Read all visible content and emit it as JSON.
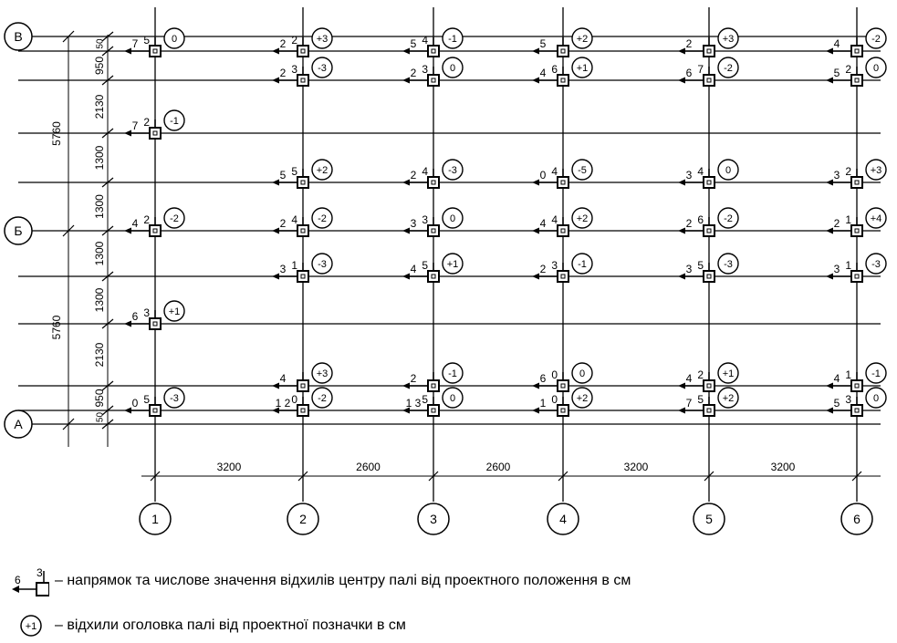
{
  "plan": {
    "row_labels": [
      "В",
      "Б",
      "А"
    ],
    "col_labels": [
      "1",
      "2",
      "3",
      "4",
      "5",
      "6"
    ],
    "col_spacings": [
      "3200",
      "2600",
      "2600",
      "3200",
      "3200"
    ],
    "row_spacings": [
      "50",
      "950",
      "2130",
      "1300",
      "1300",
      "1300",
      "1300",
      "2130",
      "950",
      "50"
    ],
    "overall_dims": [
      "5760",
      "5760"
    ],
    "piles": [
      {
        "row": 0,
        "col": 0,
        "dev": "7",
        "head": "0",
        "up": "5"
      },
      {
        "row": 0,
        "col": 1,
        "dev": "2",
        "head": "+3",
        "up": "2"
      },
      {
        "row": 0,
        "col": 2,
        "dev": "5",
        "head": "-1",
        "up": "4"
      },
      {
        "row": 0,
        "col": 3,
        "dev": "5",
        "head": "+2",
        "up": ""
      },
      {
        "row": 0,
        "col": 4,
        "dev": "2",
        "head": "+3",
        "up": ""
      },
      {
        "row": 0,
        "col": 5,
        "dev": "4",
        "head": "-2",
        "up": ""
      },
      {
        "row": 1,
        "col": 1,
        "dev": "2",
        "head": "-3",
        "up": "3"
      },
      {
        "row": 1,
        "col": 2,
        "dev": "2",
        "head": "0",
        "up": "3"
      },
      {
        "row": 1,
        "col": 3,
        "dev": "4",
        "head": "+1",
        "up": "6"
      },
      {
        "row": 1,
        "col": 4,
        "dev": "6",
        "head": "-2",
        "up": "7"
      },
      {
        "row": 1,
        "col": 5,
        "dev": "5",
        "head": "0",
        "up": "2"
      },
      {
        "row": 2,
        "col": 0,
        "dev": "7",
        "head": "-1",
        "up": "2"
      },
      {
        "row": 3,
        "col": 1,
        "dev": "5",
        "head": "+2",
        "up": "5"
      },
      {
        "row": 3,
        "col": 2,
        "dev": "2",
        "head": "-3",
        "up": "4"
      },
      {
        "row": 3,
        "col": 3,
        "dev": "0",
        "head": "-5",
        "up": "4"
      },
      {
        "row": 3,
        "col": 4,
        "dev": "3",
        "head": "0",
        "up": "4"
      },
      {
        "row": 3,
        "col": 5,
        "dev": "3",
        "head": "+3",
        "up": "2"
      },
      {
        "row": 4,
        "col": 0,
        "dev": "4",
        "head": "-2",
        "up": "2"
      },
      {
        "row": 4,
        "col": 1,
        "dev": "2",
        "head": "-2",
        "up": "4"
      },
      {
        "row": 4,
        "col": 2,
        "dev": "3",
        "head": "0",
        "up": "3"
      },
      {
        "row": 4,
        "col": 3,
        "dev": "4",
        "head": "+2",
        "up": "4"
      },
      {
        "row": 4,
        "col": 4,
        "dev": "2",
        "head": "-2",
        "up": "6"
      },
      {
        "row": 4,
        "col": 5,
        "dev": "2",
        "head": "+4",
        "up": "1"
      },
      {
        "row": 5,
        "col": 1,
        "dev": "3",
        "head": "-3",
        "up": "1"
      },
      {
        "row": 5,
        "col": 2,
        "dev": "4",
        "head": "+1",
        "up": "5"
      },
      {
        "row": 5,
        "col": 3,
        "dev": "2",
        "head": "-1",
        "up": "3"
      },
      {
        "row": 5,
        "col": 4,
        "dev": "3",
        "head": "-3",
        "up": "5"
      },
      {
        "row": 5,
        "col": 5,
        "dev": "3",
        "head": "-3",
        "up": "1"
      },
      {
        "row": 6,
        "col": 0,
        "dev": "6",
        "head": "+1",
        "up": "3"
      },
      {
        "row": 7,
        "col": 1,
        "dev": "4",
        "head": "+3",
        "up": ""
      },
      {
        "row": 7,
        "col": 2,
        "dev": "2",
        "head": "-1",
        "up": ""
      },
      {
        "row": 7,
        "col": 3,
        "dev": "6",
        "head": "0",
        "up": "0"
      },
      {
        "row": 7,
        "col": 4,
        "dev": "4",
        "head": "+1",
        "up": "2"
      },
      {
        "row": 7,
        "col": 5,
        "dev": "4",
        "head": "-1",
        "up": "1"
      },
      {
        "row": 8,
        "col": 0,
        "dev": "0",
        "head": "-3",
        "up": "5"
      },
      {
        "row": 8,
        "col": 1,
        "dev": "1 2",
        "head": "-2",
        "up": "0"
      },
      {
        "row": 8,
        "col": 2,
        "dev": "1 3",
        "head": "0",
        "up": "5"
      },
      {
        "row": 8,
        "col": 3,
        "dev": "1",
        "head": "+2",
        "up": "0"
      },
      {
        "row": 8,
        "col": 4,
        "dev": "7",
        "head": "+2",
        "up": "5"
      },
      {
        "row": 8,
        "col": 5,
        "dev": "5",
        "head": "0",
        "up": "3"
      }
    ]
  },
  "legend": {
    "deviation_text": "– напрямок та числове значення відхилів центру палі від проектного положення в см",
    "deviation_sample_left": "6",
    "deviation_sample_top": "3",
    "head_text": "– відхили оголовка палі від проектної позначки в см",
    "head_sample": "+1"
  }
}
